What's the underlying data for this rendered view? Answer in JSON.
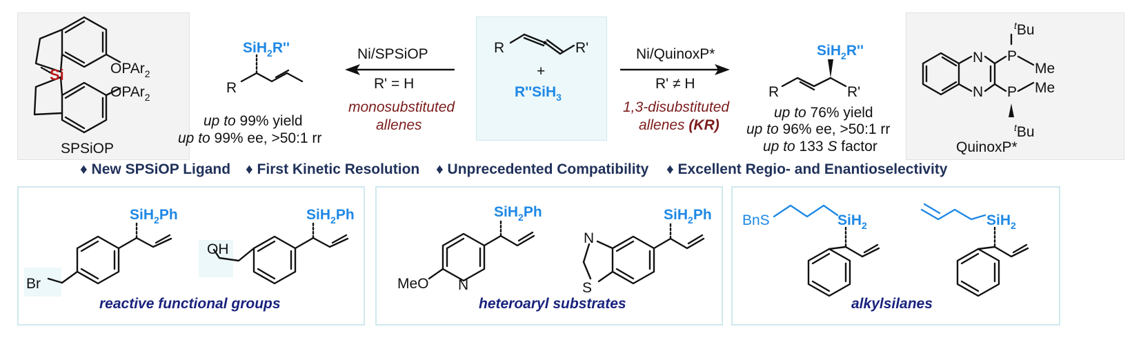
{
  "ligand_left": {
    "name": "SPSiOP",
    "si": "Si",
    "opar1": "OPAr",
    "opar2": "OPAr",
    "sub2": "2"
  },
  "center": {
    "R": "R",
    "Rp": "R'",
    "plus": "+",
    "silane": "R''SiH",
    "silane_sub": "3"
  },
  "left_arrow": {
    "top": "Ni/SPSiOP",
    "mid": "R' = H",
    "desc1": "monosubstituted",
    "desc2": "allenes"
  },
  "right_arrow": {
    "top": "Ni/QuinoxP*",
    "mid": "R' ≠ H",
    "desc1": "1,3-disubstituted",
    "desc2": "allenes",
    "desc2_bold": "(KR)"
  },
  "left_product": {
    "si_group": "SiH",
    "si_sub": "2",
    "si_tail": "R''",
    "R": "R",
    "line1_it": "up to",
    "line1": " 99% yield",
    "line2_it": "up to",
    "line2": " 99% ee, >50:1 rr"
  },
  "right_product": {
    "si_group": "SiH",
    "si_sub": "2",
    "si_tail": "R''",
    "R": "R",
    "Rp": "R'",
    "line1_it": "up to",
    "line1": " 76% yield",
    "line2_it": "up to",
    "line2": " 96% ee, >50:1 rr",
    "line3_it": "up to",
    "line3_mid": " 133 ",
    "line3_s": "S",
    "line3_tail": " factor"
  },
  "ligand_right": {
    "name": "QuinoxP*",
    "N": "N",
    "P": "P",
    "tBu_sup": "t",
    "tBu": "Bu",
    "Me": "Me"
  },
  "highlights": [
    "♦ New SPSiOP Ligand",
    "♦ First Kinetic Resolution",
    "♦ Unprecedented Compatibility",
    "♦ Excellent Regio- and Enantioselectivity"
  ],
  "boxes": [
    {
      "caption": "reactive functional groups",
      "labels": {
        "sih2ph": "SiH",
        "ph_tail": "Ph",
        "sub2": "2",
        "br": "Br",
        "oh": "OH"
      }
    },
    {
      "caption": "heteroaryl substrates",
      "labels": {
        "sih2ph": "SiH",
        "ph_tail": "Ph",
        "sub2": "2",
        "meo": "MeO",
        "n": "N",
        "s": "S"
      }
    },
    {
      "caption": "alkylsilanes",
      "labels": {
        "sih2": "SiH",
        "sub2": "2",
        "bns": "BnS"
      }
    }
  ],
  "colors": {
    "blue": "#1e88e5",
    "dark_red": "#7b1c1c",
    "navy": "#1a237e",
    "panel_gray": "#f3f3f3",
    "panel_blue": "#ecf8fa",
    "box_border": "#cfe9ee"
  }
}
